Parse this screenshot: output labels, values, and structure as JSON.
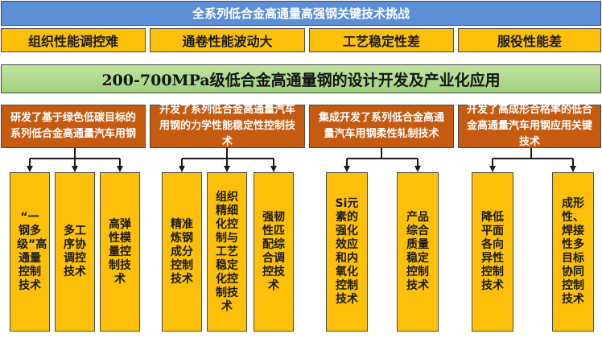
{
  "title": "全系列低合金高通量高强钢关键技术挑战",
  "challenges": [
    "组织性能调控难",
    "通卷性能波动大",
    "工艺稳定性差",
    "服役性能差"
  ],
  "goal": "200-700MPa级低合金高通量钢的设计开发及产业化应用",
  "tasks": [
    "研发了基于绿色低碳目标的系列低合金高通量汽车用钢",
    "开发了系列低合金高通量汽车用钢的力学性能稳定性控制技术",
    "集成开发了系列低合金高通量汽车用钢柔性轧制技术",
    "开发了高成形合格率的低合金高通量汽车用钢应用关键技术"
  ],
  "techs": [
    [
      "“一钢多级”高通量控制技术",
      "多工序协调控技术",
      "高弹性模量控制技术"
    ],
    [
      "精准炼钢成分控制技术",
      "组织精细化控制与工艺稳定化控制技术",
      "强韧性匹配综合调控技术"
    ],
    [
      "Si元素的强化效应和内氧化控制技术",
      "产品综合质量稳定控制技术"
    ],
    [
      "降低平面各向异性控制技术",
      "成形性、焊接性多目标协同控制技术"
    ]
  ]
}
